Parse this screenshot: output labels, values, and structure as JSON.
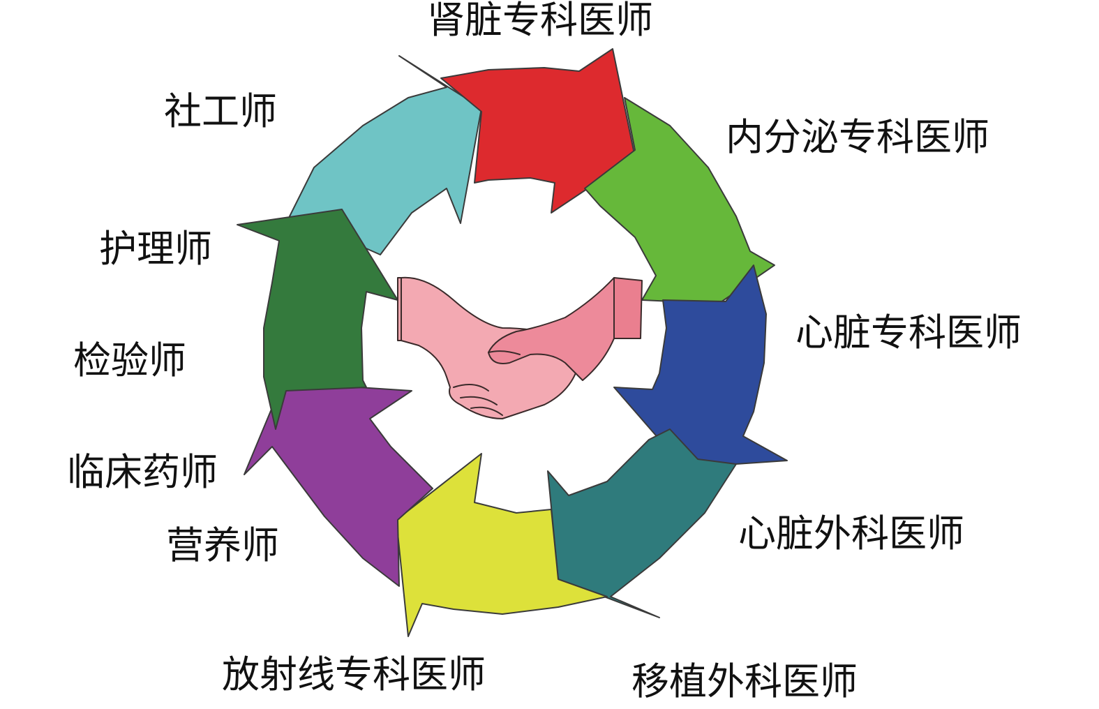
{
  "roles": [
    {
      "label": "肾脏专科医师",
      "color": "#dd2a2e"
    },
    {
      "label": "内分泌专科医师",
      "color": "#66b83a"
    },
    {
      "label": "心脏专科医师",
      "color": "#2e4b9c"
    },
    {
      "label": "心脏外科医师",
      "color": "#2f7b7c"
    },
    {
      "label": "移植外科医师",
      "color": "#dde13a"
    },
    {
      "label": "放射线专科医师",
      "color": "#e2e43f"
    },
    {
      "label": "营养师",
      "color": "#8f3e9a"
    },
    {
      "label": "临床药师",
      "color": "#8f3e9a"
    },
    {
      "label": "检验师",
      "color": "#347a3d"
    },
    {
      "label": "护理师",
      "color": "#347a3d"
    },
    {
      "label": "社工师",
      "color": "#6fc4c5"
    }
  ],
  "center_icon": "handshake-icon"
}
